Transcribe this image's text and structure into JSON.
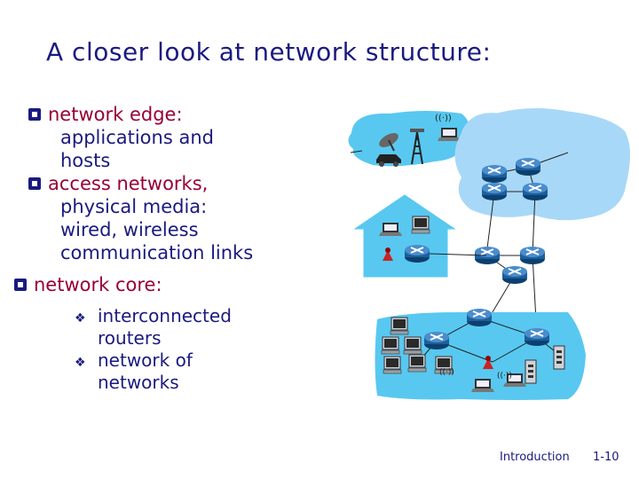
{
  "slide": {
    "title": "A closer look at network structure:",
    "bullets": [
      {
        "heading": "network edge:",
        "lines": [
          "applications and",
          "hosts"
        ]
      },
      {
        "heading": "access networks,",
        "lines": [
          "physical media:",
          "wired, wireless",
          "communication links"
        ]
      },
      {
        "heading": "network core:",
        "subbullets": [
          {
            "lines": [
              "interconnected",
              "routers"
            ]
          },
          {
            "lines": [
              "network of",
              "networks"
            ]
          }
        ]
      }
    ]
  },
  "footer": {
    "section": "Introduction",
    "page": "1-10"
  },
  "colors": {
    "title": "#1a1a80",
    "heading": "#990033",
    "cloud": "#58c8f0",
    "router": "#1a5f9e"
  }
}
